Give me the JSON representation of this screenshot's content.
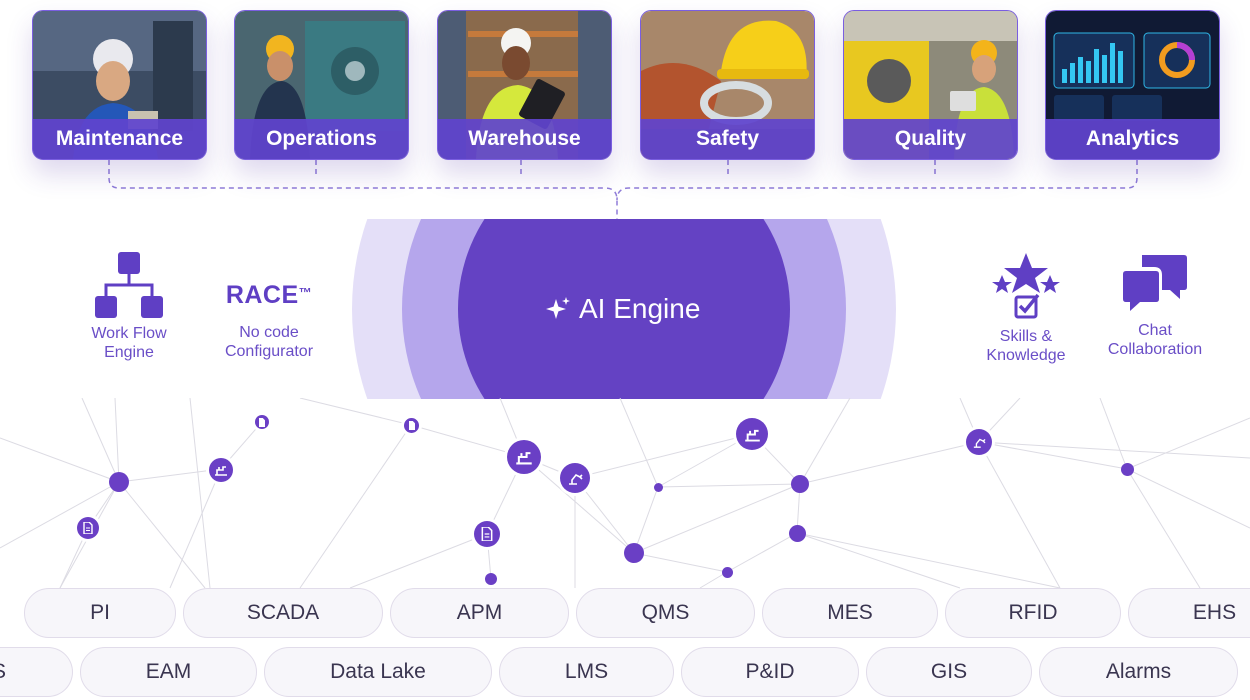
{
  "colors": {
    "brand_purple": "#5f3fc4",
    "node_purple": "#6a3fc5",
    "halo_light": "#e4dff8",
    "halo_mid": "#b5a6ec",
    "pill_bg": "#f7f6fa"
  },
  "cards": [
    {
      "label": "Maintenance"
    },
    {
      "label": "Operations"
    },
    {
      "label": "Warehouse"
    },
    {
      "label": "Safety"
    },
    {
      "label": "Quality"
    },
    {
      "label": "Analytics"
    }
  ],
  "engine": {
    "label": "AI Engine",
    "icon": "sparkle-icon"
  },
  "features_left": [
    {
      "icon": "workflow-icon",
      "line1": "Work Flow",
      "line2": "Engine"
    },
    {
      "title": "RACE",
      "title_mark": "™",
      "line1": "No code",
      "line2": "Configurator"
    }
  ],
  "features_right": [
    {
      "icon": "skills-icon",
      "line1": "Skills &",
      "line2": "Knowledge"
    },
    {
      "icon": "chat-icon",
      "line1": "Chat",
      "line2": "Collaboration"
    }
  ],
  "network_icons": [
    "document-icon",
    "machine-icon",
    "robot-arm-icon"
  ],
  "systems_row1": [
    "PI",
    "SCADA",
    "APM",
    "QMS",
    "MES",
    "RFID",
    "EHS"
  ],
  "systems_row2": [
    "S",
    "EAM",
    "Data Lake",
    "LMS",
    "P&ID",
    "GIS",
    "Alarms"
  ]
}
